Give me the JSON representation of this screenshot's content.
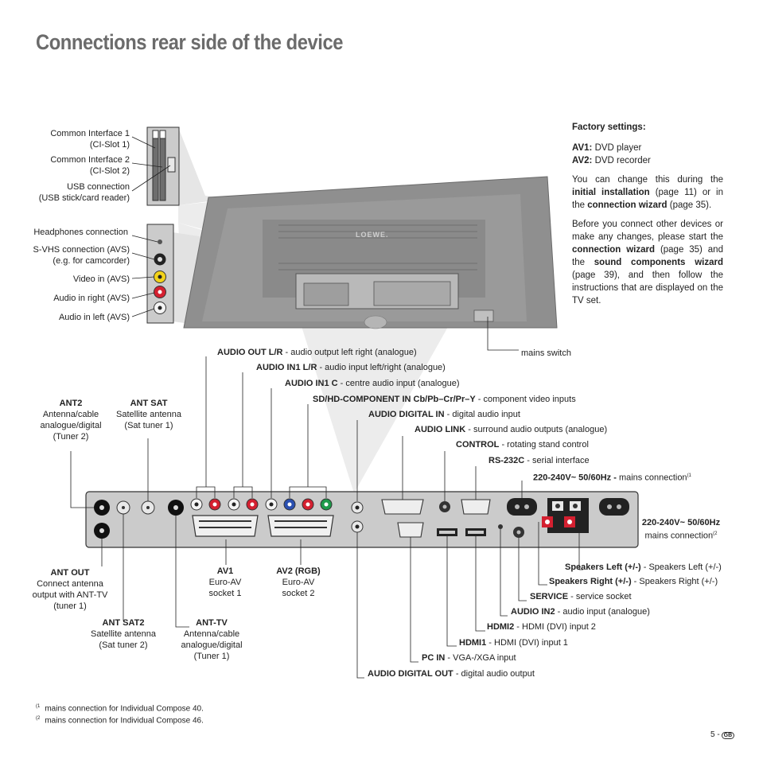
{
  "page": {
    "title": "Connections rear side of the device",
    "page_number": "5 -",
    "lang_badge": "GB"
  },
  "side_panel_labels": {
    "ci1": "Common Interface 1",
    "ci1_sub": "(CI-Slot 1)",
    "ci2": "Common Interface 2",
    "ci2_sub": "(CI-Slot 2)",
    "usb": "USB connection",
    "usb_sub": "(USB stick/card reader)",
    "headphones": "Headphones connection",
    "svhs": "S-VHS connection (AVS)",
    "svhs_sub": "(e.g. for camcorder)",
    "video_in": "Video in (AVS)",
    "audio_right": "Audio in right (AVS)",
    "audio_left": "Audio in left (AVS)"
  },
  "factory": {
    "heading": "Factory settings:",
    "av1_label": "AV1:",
    "av1_value": "DVD player",
    "av2_label": "AV2:",
    "av2_value": "DVD recorder",
    "p1_a": "You can change this during the",
    "p1_b": "initial installation",
    "p1_c": "(page 11) or in the",
    "p1_d": "connection wizard",
    "p1_e": "(page 35).",
    "p2_a": "Before you connect other devices or make any changes, please start the",
    "p2_b": "connection wizard",
    "p2_c": "(page 35) and the",
    "p2_d": "sound components wizard",
    "p2_e": "(page 39), and then follow the instructions that are displayed on the TV set."
  },
  "tv": {
    "logo": "LOEWE."
  },
  "callouts": {
    "mains_switch": "mains switch",
    "audio_out_b": "AUDIO OUT L/R",
    "audio_out_t": " - audio output left right (analogue)",
    "audio_in1_b": "AUDIO IN1 L/R",
    "audio_in1_t": " - audio input left/right (analogue)",
    "audio_in1c_b": "AUDIO IN1 C",
    "audio_in1c_t": " - centre audio input (analogue)",
    "sdhd_b": "SD/HD-COMPONENT IN Cb/Pb–Cr/Pr–Y",
    "sdhd_t": " - component video inputs",
    "adin_b": "AUDIO DIGITAL IN",
    "adin_t": " - digital audio input",
    "alink_b": "AUDIO LINK",
    "alink_t": " - surround audio outputs (analogue)",
    "control_b": "CONTROL",
    "control_t": " - rotating stand control",
    "rs232_b": "RS-232C",
    "rs232_t": " - serial interface",
    "mains1_b": "220-240V~ 50/60Hz -",
    "mains1_t": " mains connection",
    "mains1_sup": "(1",
    "ant2_b": "ANT2",
    "ant2_t1": "Antenna/cable",
    "ant2_t2": "analogue/digital",
    "ant2_t3": "(Tuner 2)",
    "antsat_b": "ANT SAT",
    "antsat_t1": "Satellite antenna",
    "antsat_t2": "(Sat tuner 1)",
    "mains2_b": "220-240V~ 50/60Hz",
    "mains2_t": "mains connection",
    "mains2_sup": "(2",
    "antout_b": "ANT OUT",
    "antout_t1": "Connect antenna",
    "antout_t2": "output with ANT-TV",
    "antout_t3": "(tuner 1)",
    "av1_b": "AV1",
    "av1_t1": "Euro-AV",
    "av1_t2": "socket 1",
    "av2_b": "AV2 (RGB)",
    "av2_t1": "Euro-AV",
    "av2_t2": "socket 2",
    "spkl_b": "Speakers Left (+/-)",
    "spkl_t": " - Speakers Left (+/-)",
    "spkr_b": "Speakers Right (+/-)",
    "spkr_t": " - Speakers Right (+/-)",
    "service_b": "SERVICE",
    "service_t": " - service socket",
    "ain2_b": "AUDIO IN2",
    "ain2_t": " - audio input (analogue)",
    "hdmi2_b": "HDMI2",
    "hdmi2_t": " - HDMI (DVI) input 2",
    "hdmi1_b": "HDMI1",
    "hdmi1_t": " - HDMI (DVI) input 1",
    "pcin_b": "PC IN",
    "pcin_t": " - VGA-/XGA input",
    "antsat2_b": "ANT SAT2",
    "antsat2_t1": "Satellite antenna",
    "antsat2_t2": "(Sat tuner 2)",
    "anttv_b": "ANT-TV",
    "anttv_t1": "Antenna/cable",
    "anttv_t2": "analogue/digital",
    "anttv_t3": "(Tuner 1)",
    "adout_b": "AUDIO DIGITAL OUT",
    "adout_t": " - digital audio output"
  },
  "footnotes": {
    "fn1_mark": "(1",
    "fn1": "mains connection for Individual Compose 40.",
    "fn2_mark": "(2",
    "fn2": "mains connection for Individual Compose 46."
  },
  "colors": {
    "tv_body": "#8e8e8e",
    "panel": "#c9c9c9",
    "red": "#d42030",
    "blue": "#2a4fb0",
    "green": "#1e9a4a",
    "yellow": "#f2d21a"
  }
}
